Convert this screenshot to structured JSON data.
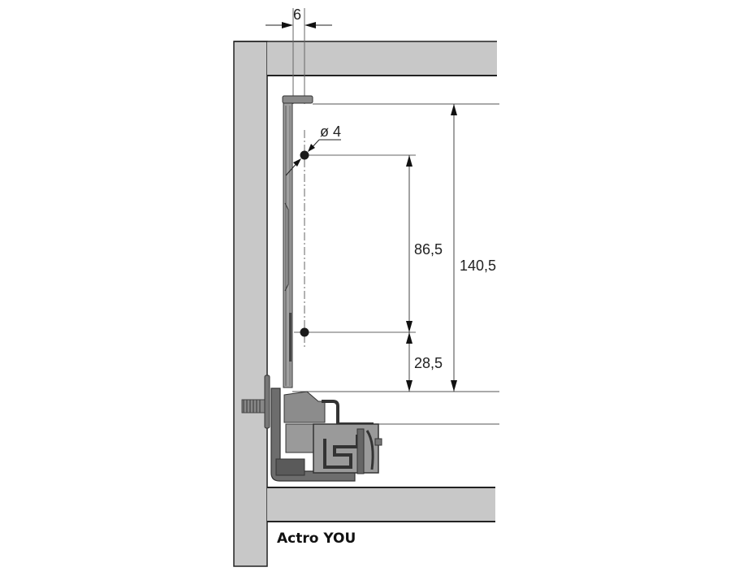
{
  "diagram": {
    "title": "Actro YOU",
    "colors": {
      "panel_fill": "#c8c8c8",
      "panel_stroke": "#222222",
      "part_fill": "#7a7a7a",
      "part_dark": "#4a4a4a",
      "dim_line": "#555555",
      "background": "#ffffff"
    },
    "dimensions": {
      "top_gap": "6",
      "hole_diameter": "ø 4",
      "hole_spacing": "86,5",
      "lower_hole_height": "28,5",
      "side_height": "140,5"
    }
  }
}
